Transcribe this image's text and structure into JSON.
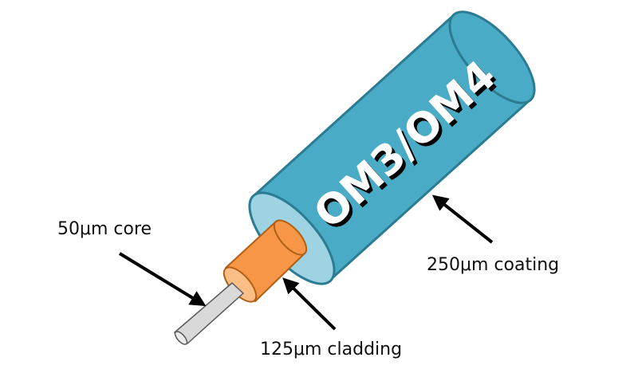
{
  "diagram": {
    "labels": {
      "core": "50μm core",
      "cladding": "125μm cladding",
      "coating": "250μm coating",
      "jacket_text": "OM3/OM4"
    },
    "colors": {
      "coating_fill": "#4aabc6",
      "coating_stroke": "#2b7b92",
      "coating_end_face": "#9dd3e3",
      "cladding_fill": "#f79646",
      "cladding_stroke": "#b05f17",
      "cladding_end_face": "#fbbf86",
      "core_fill": "#d9d9d9",
      "core_stroke": "#595959",
      "arrow": "#000000",
      "jacket_text": "#ffffff",
      "jacket_text_shadow": "#000000"
    }
  }
}
